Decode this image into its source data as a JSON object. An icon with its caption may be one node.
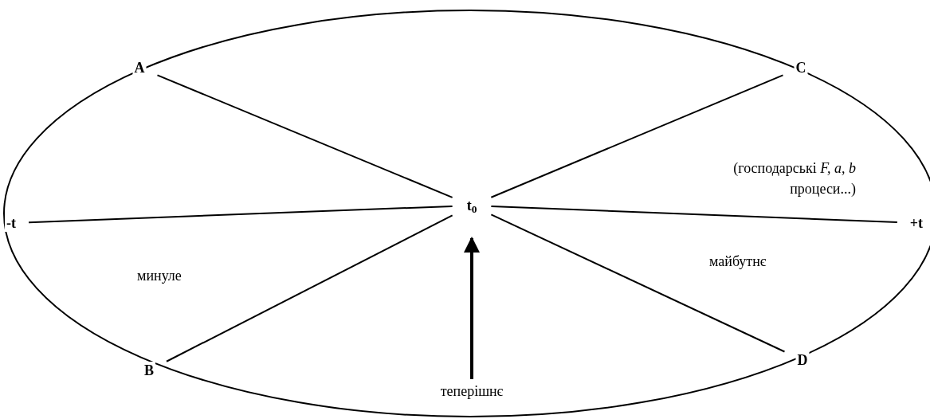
{
  "diagram": {
    "nodes": [
      {
        "text": [
          "A"
        ]
      },
      {
        "text": [
          "C"
        ]
      },
      {
        "text": [
          "-t"
        ]
      },
      {
        "text": [
          "t$_{0}$"
        ]
      },
      {
        "text": [
          "+t"
        ]
      },
      {
        "text": [
          "B"
        ]
      },
      {
        "text": [
          "D"
        ]
      },
      {
        "text": [
          "теперішнє"
        ]
      }
    ],
    "edges": [
      {
        "from": 3,
        "to": 0,
        "arrow": "none"
      },
      {
        "from": 3,
        "to": 1,
        "arrow": "none"
      },
      {
        "from": 3,
        "to": 2,
        "arrow": "none"
      },
      {
        "from": 3,
        "to": 4,
        "arrow": "none"
      },
      {
        "from": 3,
        "to": 5,
        "arrow": "none"
      },
      {
        "from": 3,
        "to": 6,
        "arrow": "none"
      },
      {
        "from": 7,
        "to": 3,
        "arrow": "to",
        "style": "thick"
      }
    ],
    "labels": [
      "(господарські *F, a, b* процеси...)",
      "минуле",
      "майбутнє"
    ]
  }
}
